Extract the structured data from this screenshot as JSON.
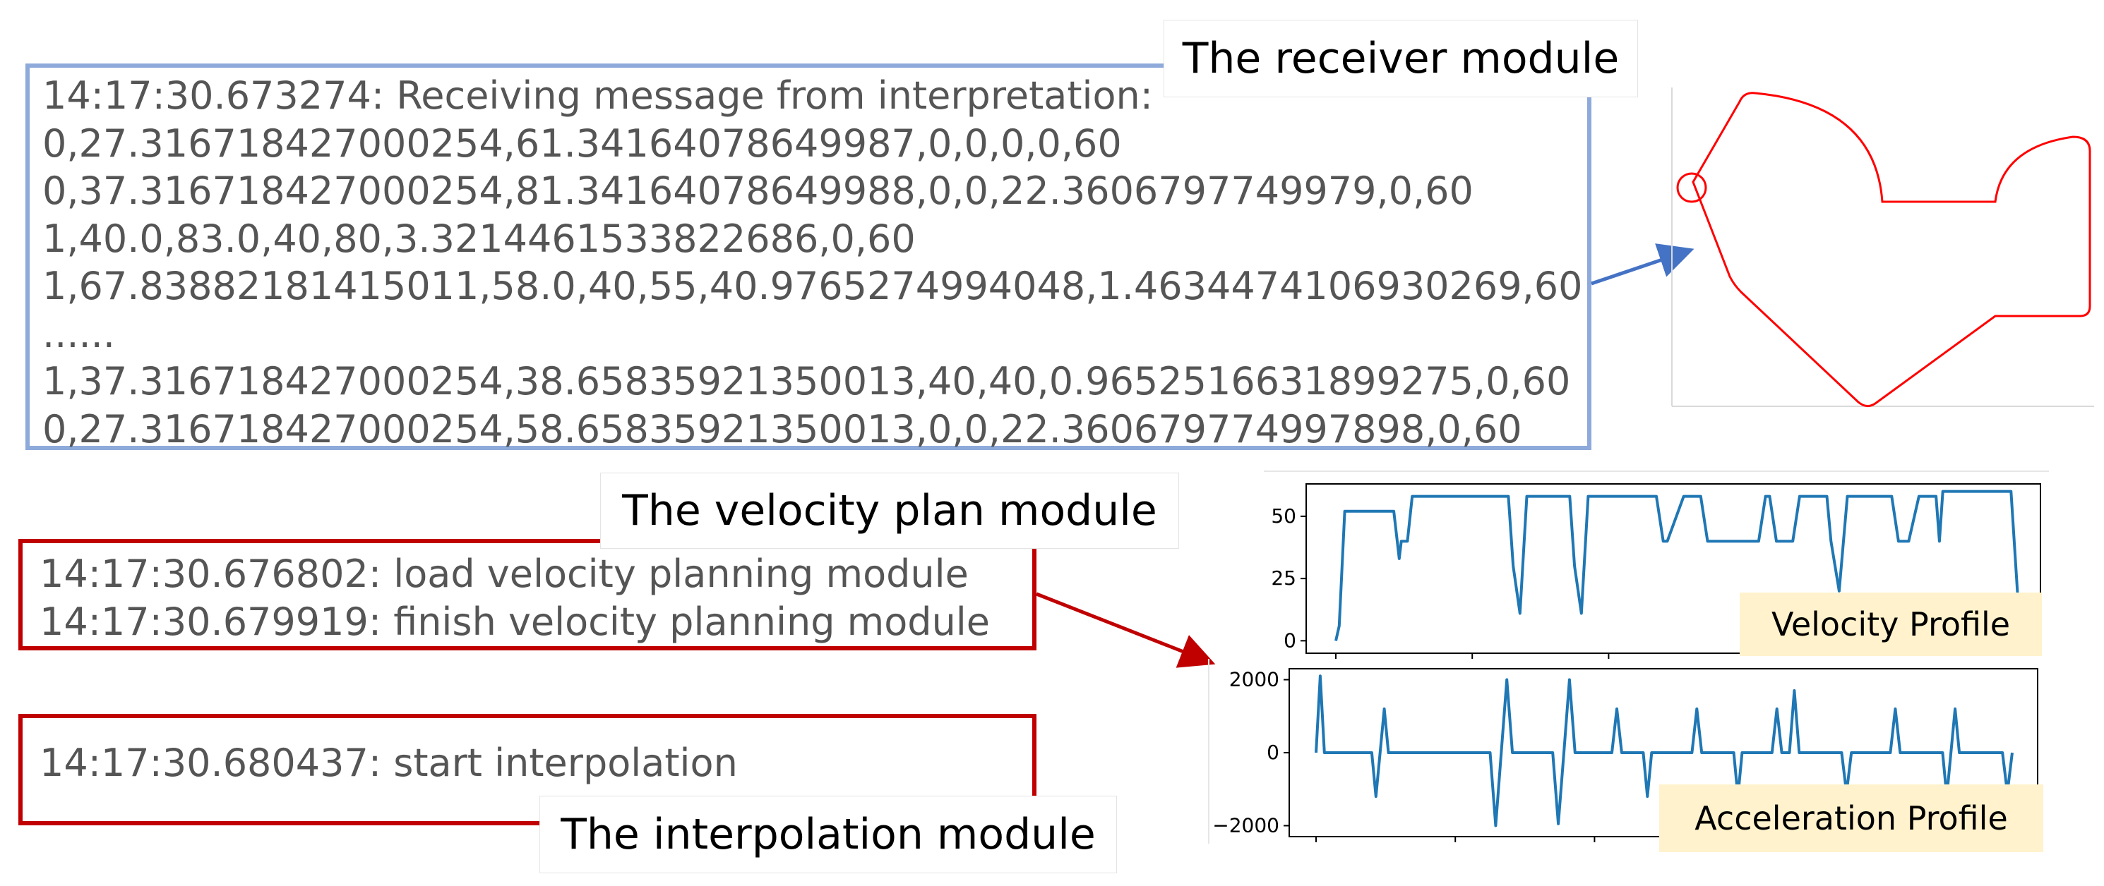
{
  "receiver": {
    "label": "The receiver module",
    "lines": [
      "14:17:30.673274: Receiving message from interpretation:",
      "0,27.316718427000254,61.34164078649987,0,0,0,0,60",
      "0,37.316718427000254,81.34164078649988,0,0,22.3606797749979,0,60",
      "1,40.0,83.0,40,80,3.3214461533822686,0,60",
      "1,67.83882181415011,58.0,40,55,40.9765274994048,1.4634474106930269,60",
      "......",
      "1,37.316718427000254,38.65835921350013,40,40,0.9652516631899275,0,60",
      "0,27.316718427000254,58.65835921350013,0,0,22.360679774997898,0,60"
    ]
  },
  "velocity": {
    "label": "The velocity plan module",
    "lines": [
      "14:17:30.676802: load velocity planning module",
      "14:17:30.679919: finish velocity planning module"
    ]
  },
  "interpolation": {
    "label": "The interpolation module",
    "lines": [
      "14:17:30.680437: start interpolation"
    ]
  },
  "colors": {
    "receiver_border": "#8eaadb",
    "module_border": "#c00000",
    "path": "#ff0000",
    "blue_arrow": "#4472c4",
    "red_arrow": "#c00000",
    "plot_line": "#1f77b4",
    "plot_label_bg": "#fff2cc"
  },
  "chart_data": [
    {
      "type": "line",
      "title": "Velocity Profile",
      "yticks": [
        "0",
        "25",
        "50"
      ],
      "ylim": [
        -5,
        63
      ],
      "xlim": [
        0,
        100
      ],
      "series": [
        {
          "x": [
            0,
            0.5,
            1.3,
            8.5,
            9.3,
            9.6,
            10.1,
            10.5,
            11.2,
            12.0,
            25.3,
            26.0,
            27.0,
            28.0,
            34.3,
            35.0,
            36.0,
            37.0,
            47.0,
            48.0,
            48.6,
            51.0,
            53.5,
            54.5,
            62.0,
            63.0,
            63.6,
            64.6,
            67.0,
            68.0,
            72.0,
            72.6,
            73.8,
            75.0,
            81.5,
            82.5,
            84.0,
            85.5,
            88.0,
            88.5,
            89.0,
            99.0,
            100
          ],
          "y": [
            0,
            6,
            52,
            52,
            33,
            40,
            40,
            40,
            58,
            58,
            58,
            30,
            11,
            58,
            58,
            30,
            11,
            58,
            58,
            40,
            40,
            58,
            58,
            40,
            40,
            58,
            58,
            40,
            40,
            58,
            58,
            40,
            20,
            58,
            58,
            40,
            40,
            58,
            58,
            40,
            60,
            60,
            17
          ]
        }
      ]
    },
    {
      "type": "line",
      "title": "Acceleration Profile",
      "yticks": [
        "−2000",
        "0",
        "2000"
      ],
      "ylim": [
        -2300,
        2300
      ],
      "xlim": [
        0,
        100
      ],
      "series": [
        {
          "x": [
            0,
            0.6,
            1.2,
            1.8,
            3,
            8.0,
            8.6,
            9.2,
            9.8,
            10.4,
            11.0,
            25.0,
            25.8,
            26.6,
            27.4,
            28.2,
            34.0,
            34.8,
            35.6,
            36.4,
            37.2,
            42.5,
            43.2,
            43.9,
            47.0,
            47.6,
            48.2,
            54.0,
            54.7,
            55.4,
            60.0,
            60.6,
            61.2,
            65.5,
            66.2,
            66.9,
            68.0,
            68.7,
            69.4,
            75.5,
            76.2,
            76.9,
            82.5,
            83.2,
            83.9,
            90.0,
            90.6,
            91.2,
            91.8,
            92.4,
            98.6,
            99.3,
            100
          ],
          "y": [
            0,
            2100,
            0,
            0,
            0,
            0,
            -1200,
            0,
            1200,
            0,
            0,
            0,
            -2000,
            0,
            2000,
            0,
            0,
            -1950,
            0,
            2000,
            0,
            0,
            1200,
            0,
            0,
            -1200,
            0,
            0,
            1200,
            0,
            0,
            -1200,
            0,
            0,
            1200,
            0,
            0,
            1700,
            0,
            0,
            -1100,
            0,
            0,
            1200,
            0,
            0,
            -1200,
            0,
            1200,
            0,
            0,
            -1100,
            0
          ]
        }
      ]
    }
  ]
}
